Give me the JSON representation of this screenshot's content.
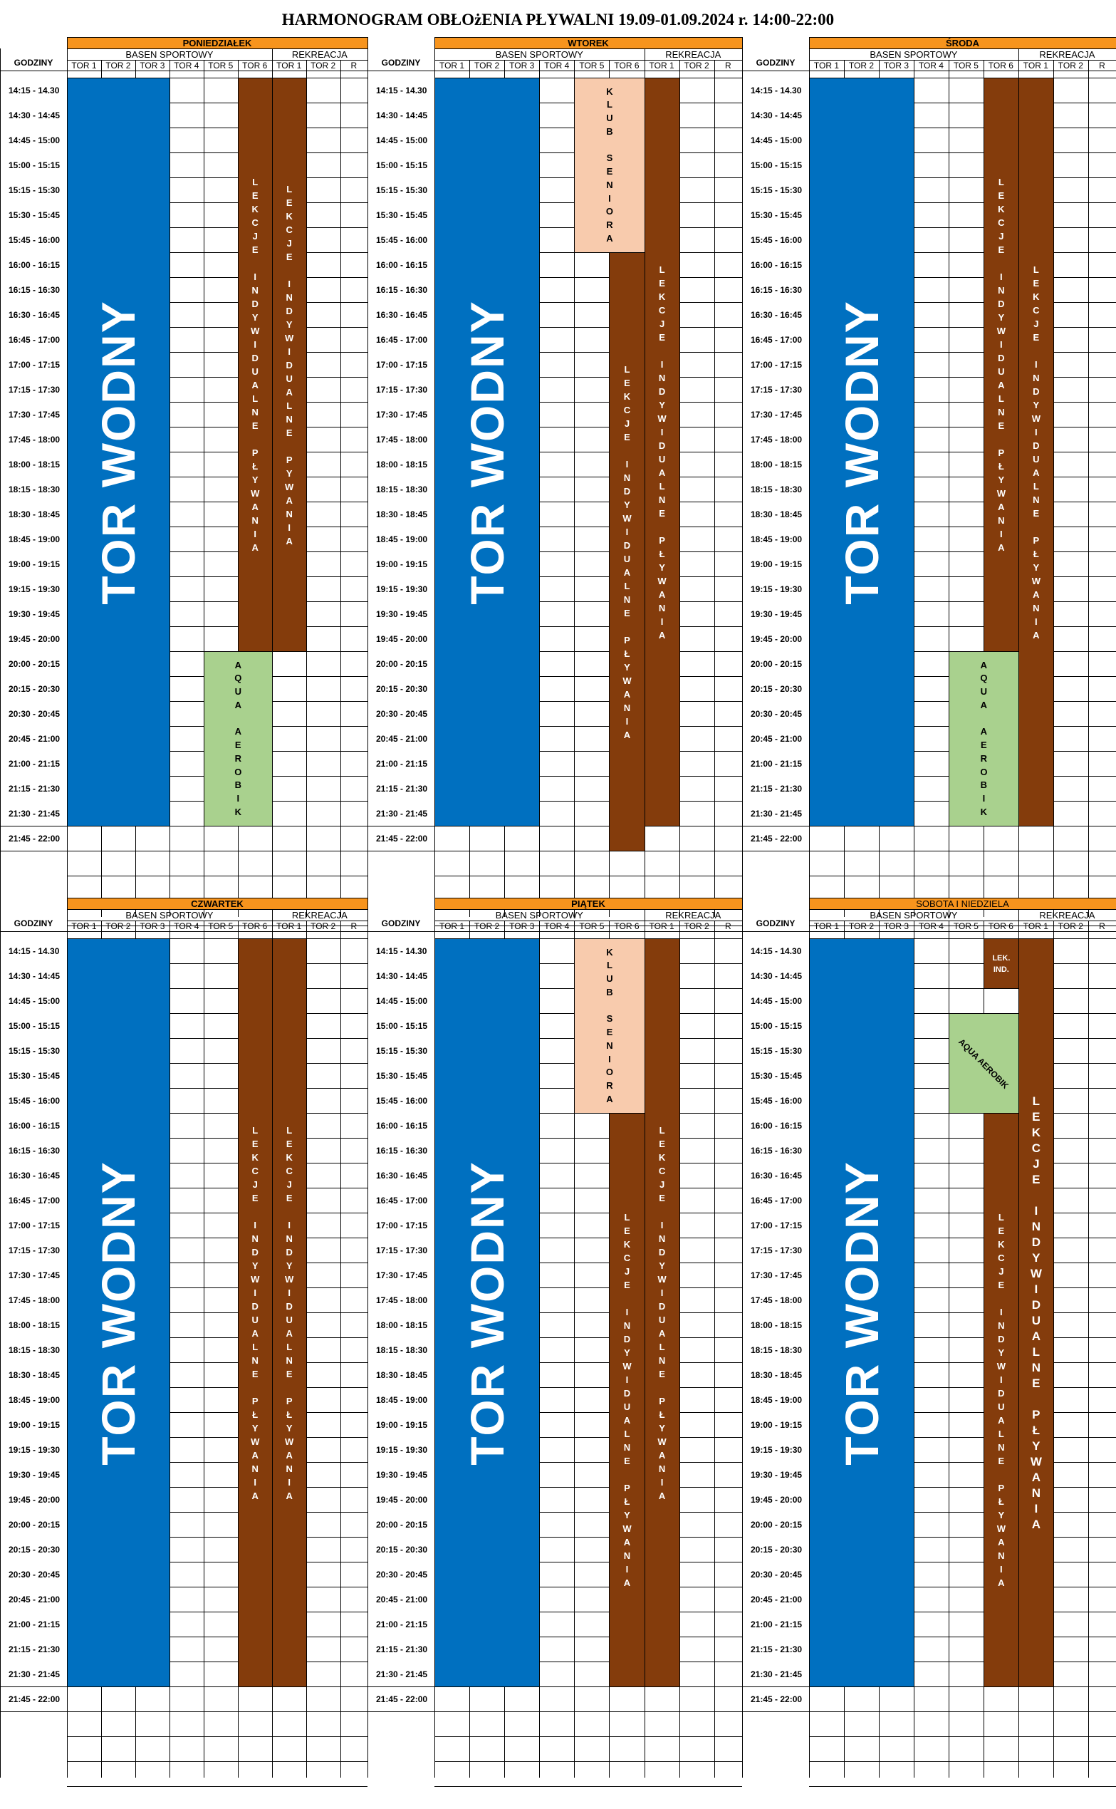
{
  "title": "HARMONOGRAM OBŁOżENIA PŁYWALNI 19.09-01.09.2024 r.  14:00-22:00",
  "colors": {
    "tor_wodny": "#0070c0",
    "lekcje": "#843c0c",
    "aqua": "#a9d18e",
    "klub": "#f8cbad",
    "header": "#f7941d"
  },
  "labels": {
    "godziny": "GODZINY",
    "basen": "BASEN SPORTOWY",
    "rekreacja": "REKREACJA",
    "lanes": [
      "TOR 1",
      "TOR 2",
      "TOR 3",
      "TOR 4",
      "TOR 5",
      "TOR 6",
      "TOR 1",
      "TOR 2",
      "R"
    ]
  },
  "times": [
    "14:15 - 14.30",
    "14:30 - 14:45",
    "14:45 - 15:00",
    "15:00 - 15:15",
    "15:15 - 15:30",
    "15:30 - 15:45",
    "15:45 - 16:00",
    "16:00 - 16:15",
    "16:15 - 16:30",
    "16:30 - 16:45",
    "16:45 - 17:00",
    "17:00 - 17:15",
    "17:15 - 17:30",
    "17:30 - 17:45",
    "17:45 - 18:00",
    "18:00 - 18:15",
    "18:15 - 18:30",
    "18:30 - 18:45",
    "18:45 - 19:00",
    "19:00 - 19:15",
    "19:15 - 19:30",
    "19:30 - 19:45",
    "19:45 - 20:00",
    "20:00 - 20:15",
    "20:15 - 20:30",
    "20:30 - 20:45",
    "20:45 - 21:00",
    "21:00 - 21:15",
    "21:15 - 21:30",
    "21:30 - 21:45",
    "21:45 - 22:00"
  ],
  "block_text": {
    "tor_wodny": "TOR WODNY",
    "lekcje_plywania": "LEKCJE INDYWIDUALNE PŁYWANIA",
    "lekcje_pywania": "LEKCJE INDYWIDUALNE PYWANIA",
    "aqua": "AQUA AEROBIK",
    "aqua_diag": "AQUA AEROBIK",
    "klub": "KLUB SENIORA",
    "lek_ind": "LEK. IND."
  },
  "days": [
    {
      "name": "PONIEDZIAŁEK",
      "blocks": [
        {
          "type": "tor_wodny",
          "c1": 0,
          "c2": 2,
          "r1": 0,
          "r2": 29
        },
        {
          "type": "lekcje",
          "text": "lekcje_plywania",
          "c1": 5,
          "c2": 5,
          "r1": 0,
          "r2": 22
        },
        {
          "type": "lekcje",
          "text": "lekcje_pywania",
          "c1": 6,
          "c2": 6,
          "r1": 0,
          "r2": 22
        },
        {
          "type": "aqua",
          "text": "aqua",
          "c1": 4,
          "c2": 5,
          "r1": 23,
          "r2": 29
        }
      ]
    },
    {
      "name": "WTOREK",
      "blocks": [
        {
          "type": "tor_wodny",
          "c1": 0,
          "c2": 2,
          "r1": 0,
          "r2": 29
        },
        {
          "type": "klub",
          "text": "klub",
          "c1": 4,
          "c2": 5,
          "r1": 0,
          "r2": 6
        },
        {
          "type": "lekcje",
          "text": "lekcje_plywania",
          "c1": 5,
          "c2": 5,
          "r1": 7,
          "r2": 30
        },
        {
          "type": "lekcje",
          "text": "lekcje_plywania",
          "c1": 6,
          "c2": 6,
          "r1": 0,
          "r2": 29
        }
      ]
    },
    {
      "name": "ŚRODA",
      "blocks": [
        {
          "type": "tor_wodny",
          "c1": 0,
          "c2": 2,
          "r1": 0,
          "r2": 29
        },
        {
          "type": "lekcje",
          "text": "lekcje_plywania",
          "c1": 5,
          "c2": 5,
          "r1": 0,
          "r2": 22
        },
        {
          "type": "lekcje",
          "text": "lekcje_plywania",
          "c1": 6,
          "c2": 6,
          "r1": 0,
          "r2": 29
        },
        {
          "type": "aqua",
          "text": "aqua",
          "c1": 4,
          "c2": 5,
          "r1": 23,
          "r2": 29
        }
      ]
    },
    {
      "name": "CZWARTEK",
      "blocks": [
        {
          "type": "tor_wodny",
          "c1": 0,
          "c2": 2,
          "r1": 0,
          "r2": 29
        },
        {
          "type": "lekcje",
          "text": "lekcje_plywania",
          "c1": 5,
          "c2": 5,
          "r1": 0,
          "r2": 29
        },
        {
          "type": "lekcje",
          "text": "lekcje_plywania",
          "c1": 6,
          "c2": 6,
          "r1": 0,
          "r2": 29
        }
      ]
    },
    {
      "name": "PIĄTEK",
      "blocks": [
        {
          "type": "tor_wodny",
          "c1": 0,
          "c2": 2,
          "r1": 0,
          "r2": 29
        },
        {
          "type": "klub",
          "text": "klub",
          "c1": 4,
          "c2": 5,
          "r1": 0,
          "r2": 6
        },
        {
          "type": "lekcje",
          "text": "lekcje_plywania",
          "c1": 5,
          "c2": 5,
          "r1": 7,
          "r2": 29
        },
        {
          "type": "lekcje",
          "text": "lekcje_plywania",
          "c1": 6,
          "c2": 6,
          "r1": 0,
          "r2": 29
        }
      ]
    },
    {
      "name": "SOBOTA I NIEDZIELA",
      "normal_head": true,
      "blocks": [
        {
          "type": "tor_wodny",
          "c1": 0,
          "c2": 2,
          "r1": 0,
          "r2": 29
        },
        {
          "type": "lekcje",
          "text": "lek_ind",
          "c1": 5,
          "c2": 5,
          "r1": 0,
          "r2": 1,
          "horizontal": true
        },
        {
          "type": "aqua",
          "text": "aqua_diag",
          "c1": 4,
          "c2": 5,
          "r1": 3,
          "r2": 6,
          "diag": true
        },
        {
          "type": "lekcje",
          "text": "lekcje_plywania",
          "c1": 5,
          "c2": 5,
          "r1": 7,
          "r2": 29
        },
        {
          "type": "lekcje",
          "text": "lekcje_plywania",
          "c1": 6,
          "c2": 6,
          "r1": 0,
          "r2": 29,
          "big": true
        }
      ]
    }
  ]
}
